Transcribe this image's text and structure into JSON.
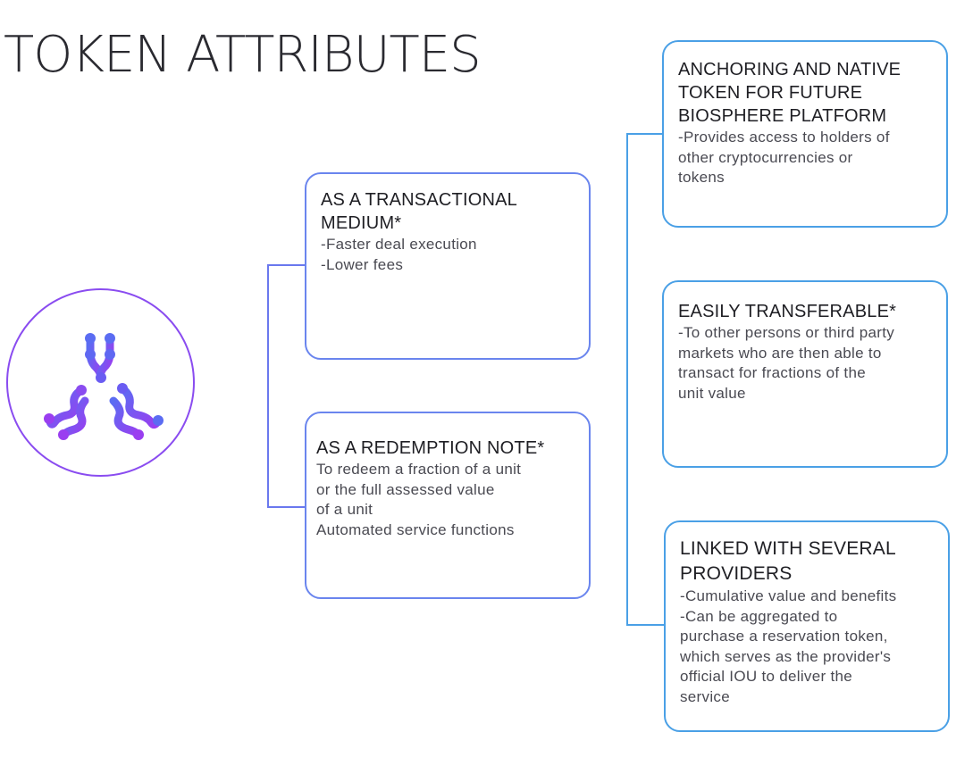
{
  "title": "TOKEN ATTRIBUTES",
  "colors": {
    "purple": "#8a4cf0",
    "violet_blue": "#6a85ee",
    "blue": "#4aa0e6",
    "text": "#1f1f24",
    "subtext": "#4a4a52"
  },
  "logo": {
    "icon": "token-network-icon"
  },
  "left_boxes": [
    {
      "title": "AS A TRANSACTIONAL MEDIUM*",
      "lines": [
        "-Faster deal execution",
        "-Lower fees"
      ]
    },
    {
      "title": "AS A REDEMPTION NOTE*",
      "lines": [
        "To redeem a fraction of a unit",
        "or the full assessed value",
        "of a unit",
        "Automated service functions"
      ]
    }
  ],
  "right_boxes": [
    {
      "title": "ANCHORING AND NATIVE TOKEN FOR FUTURE BIOSPHERE PLATFORM",
      "lines": [
        "-Provides access to holders of",
        "other cryptocurrencies or",
        "tokens"
      ]
    },
    {
      "title": "EASILY TRANSFERABLE*",
      "lines": [
        "-To other persons or third party",
        "markets who are then able to",
        "transact for fractions of the",
        "unit value"
      ]
    },
    {
      "title": "LINKED WITH SEVERAL PROVIDERS",
      "lines": [
        "-Cumulative value and benefits",
        "-Can be aggregated to",
        "purchase a reservation token,",
        "which serves as the provider's",
        "official IOU to deliver the",
        "service"
      ]
    }
  ]
}
